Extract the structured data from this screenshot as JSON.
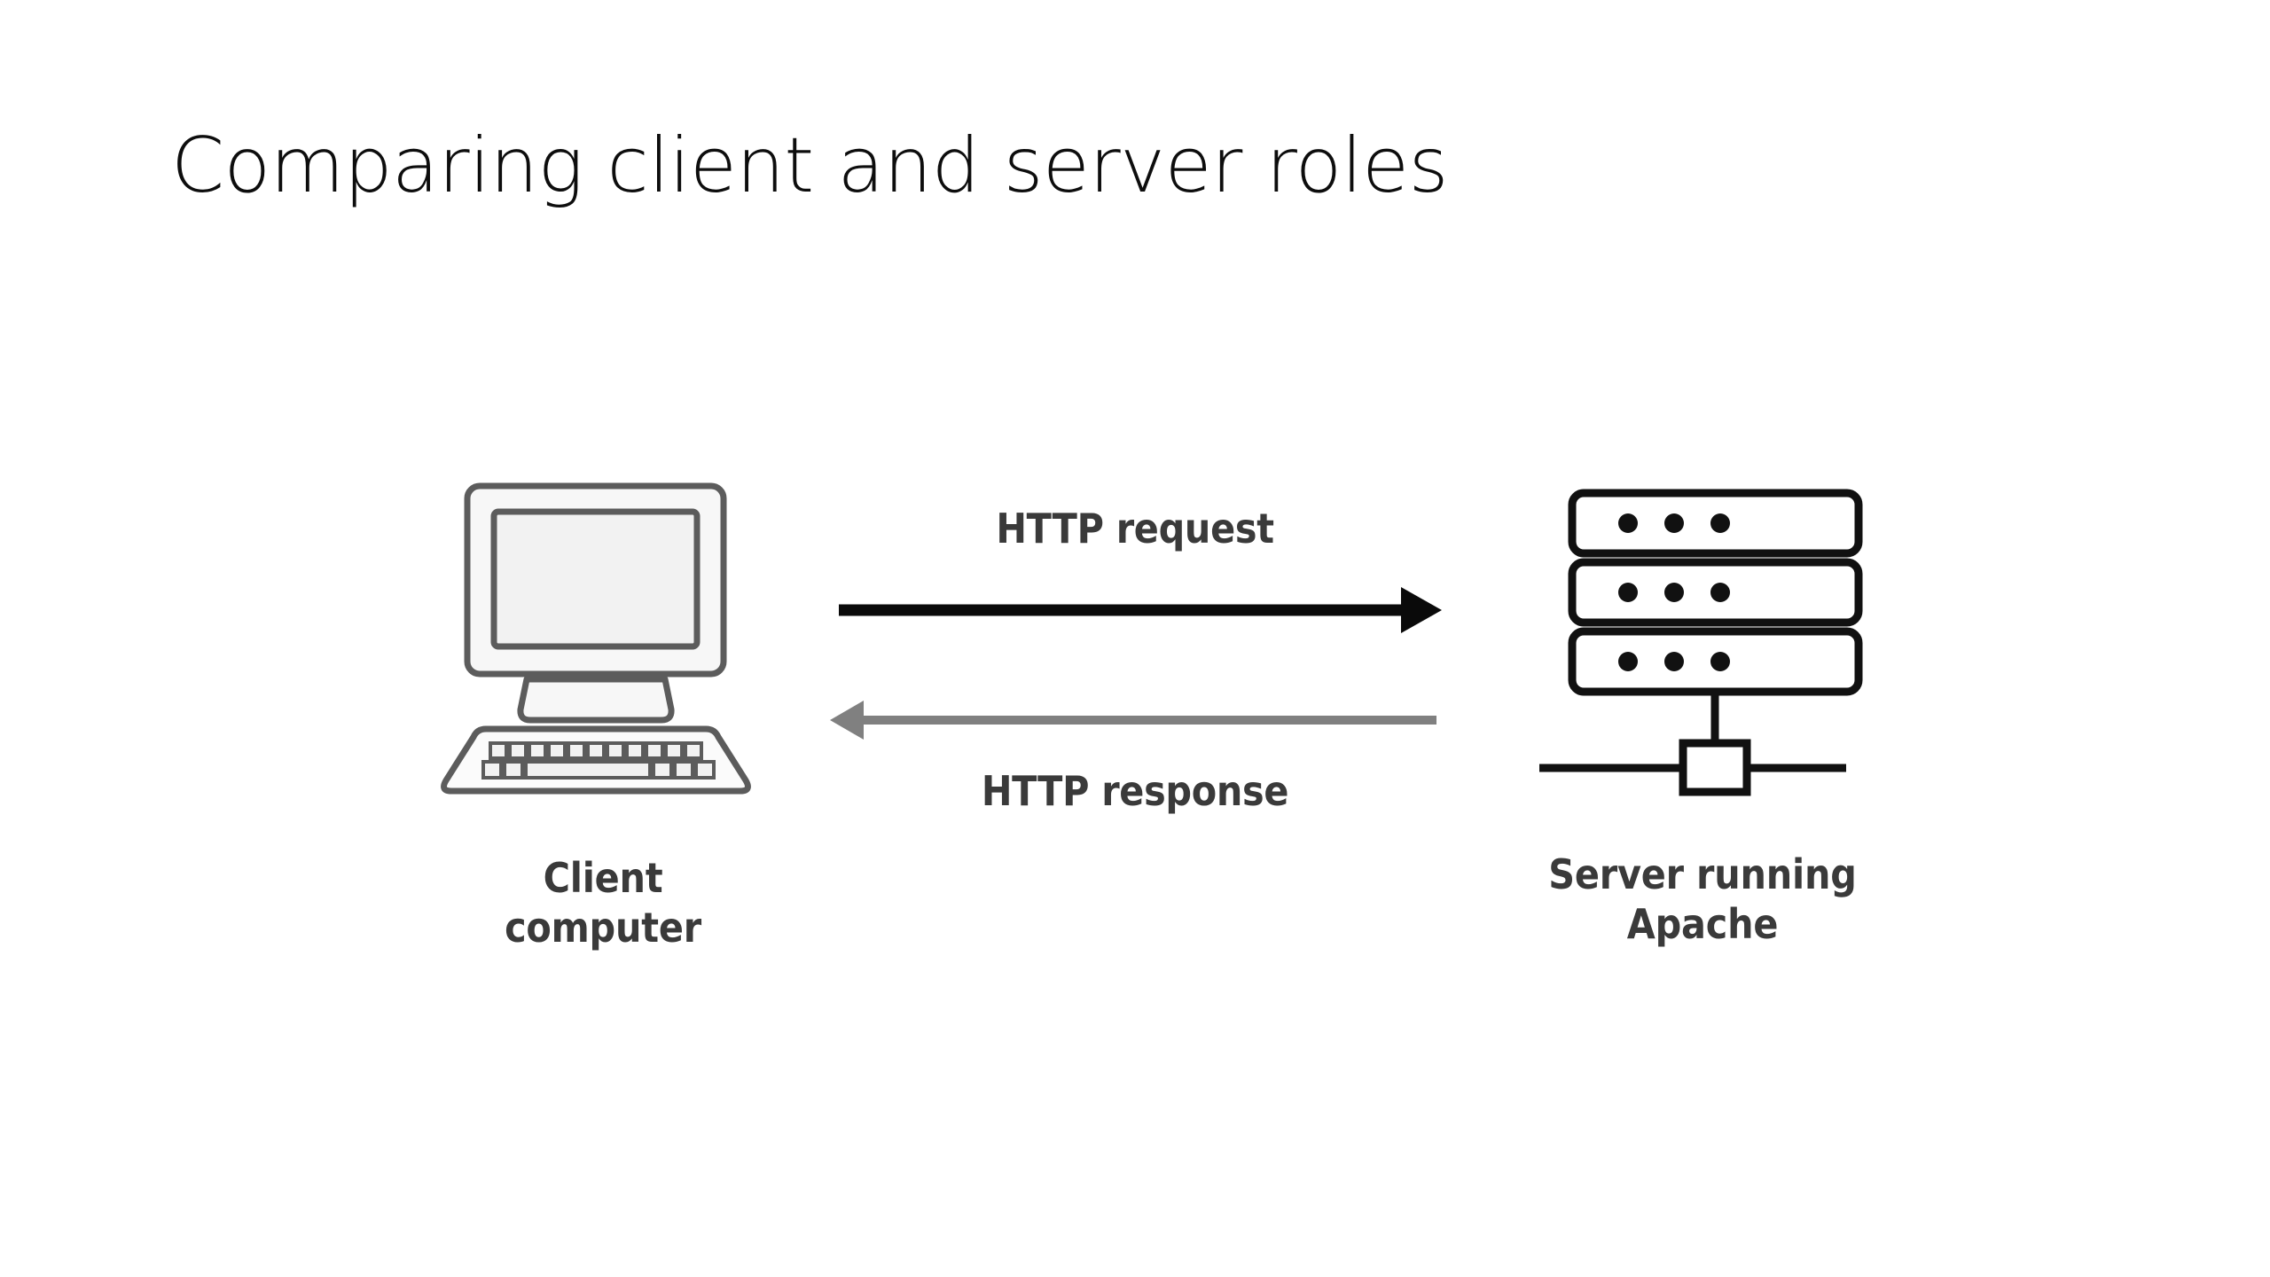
{
  "slide": {
    "title": "Comparing client and server roles",
    "background_color": "#ffffff",
    "title_color": "#0d0d0d"
  },
  "diagram": {
    "type": "client-server-http-exchange",
    "nodes": [
      {
        "id": "client",
        "icon": "desktop-computer-icon",
        "caption": "Client\ncomputer",
        "caption_line_1": "Client",
        "caption_line_2": "computer",
        "outline_color": "#5a5a5a",
        "fill_color": "#f2f2f2"
      },
      {
        "id": "server",
        "icon": "server-rack-icon",
        "caption": "Server running\nApache",
        "caption_line_1": "Server running",
        "caption_line_2": "Apache",
        "outline_color": "#111111",
        "fill_color": "#ffffff",
        "rack_units": 3,
        "dots_per_unit": 3
      }
    ],
    "arrows": [
      {
        "id": "http-request",
        "label": "HTTP request",
        "direction": "client-to-server",
        "points": "right",
        "color": "#0a0a0a",
        "label_position": "above"
      },
      {
        "id": "http-response",
        "label": "HTTP response",
        "direction": "server-to-client",
        "points": "left",
        "color": "#808080",
        "label_position": "below"
      }
    ],
    "label_color": "#3a3a3a"
  }
}
